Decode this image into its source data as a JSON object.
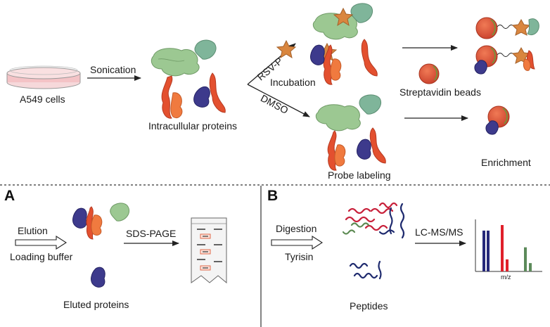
{
  "labels": {
    "a549": "A549 cells",
    "sonication": "Sonication",
    "intracellular": "Intracullular proteins",
    "rsvp": "RSV-P",
    "incubation": "Incubation",
    "dmso": "DMSO",
    "streptavidin": "Streptavidin beads",
    "probe_labeling": "Probe labeling",
    "enrichment": "Enrichment",
    "panel_a": "A",
    "panel_b": "B",
    "elution": "Elution",
    "loading_buffer": "Loading buffer",
    "sds_page": "SDS-PAGE",
    "eluted": "Eluted proteins",
    "digestion": "Digestion",
    "trypsin": "Tyrisin",
    "peptides": "Peptides",
    "lcms": "LC-MS/MS",
    "mz": "m/z"
  },
  "colors": {
    "protein_green": "#9cc892",
    "protein_teal": "#6fa88a",
    "protein_orange": "#f0763a",
    "protein_red": "#e0482f",
    "protein_purple": "#3c3a8a",
    "bead_red": "#e0523a",
    "star": "#d9863f",
    "peptide_red": "#c8203a",
    "peptide_navy": "#1e2a6e",
    "peptide_green": "#5c8a52",
    "spectrum_navy": "#26287a",
    "spectrum_red": "#e0202a",
    "spectrum_green": "#5c8a5a"
  },
  "spectrum_peaks": [
    {
      "series": "navy",
      "rel_height": 0.88
    },
    {
      "series": "navy",
      "rel_height": 0.88
    },
    {
      "series": "red",
      "rel_height": 1.0
    },
    {
      "series": "red",
      "rel_height": 0.26
    },
    {
      "series": "green",
      "rel_height": 0.52
    },
    {
      "series": "green",
      "rel_height": 0.18
    }
  ]
}
